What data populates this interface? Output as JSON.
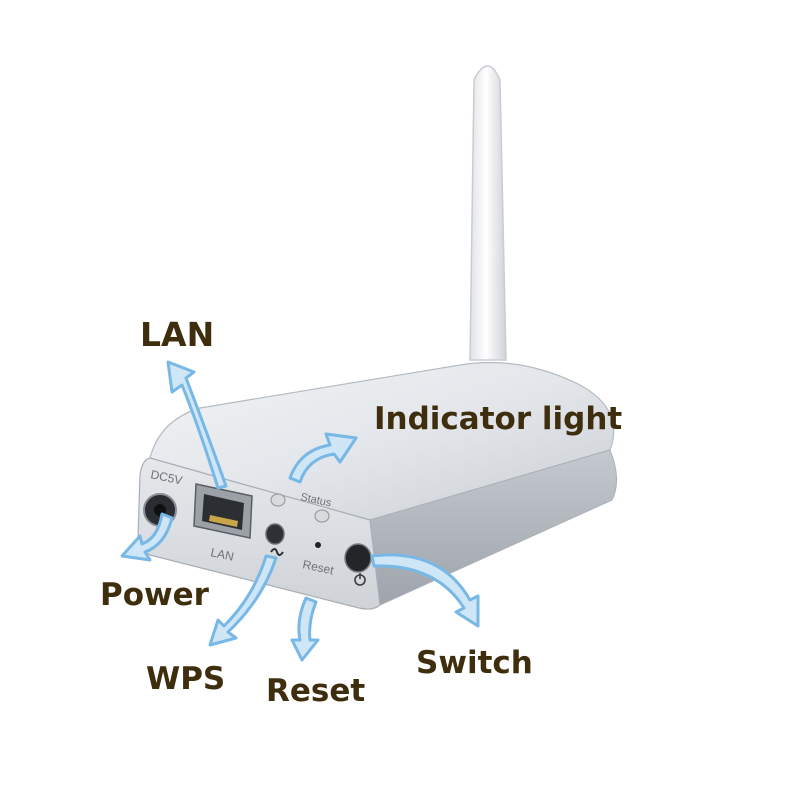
{
  "labels": {
    "lan": "LAN",
    "indicator_light": "Indicator light",
    "power": "Power",
    "switch": "Switch",
    "wps": "WPS",
    "reset": "Reset"
  },
  "device_markings": {
    "dc": "DC5V",
    "lan": "LAN",
    "status": "Status",
    "reset": "Reset"
  },
  "colors": {
    "arrow": "#78b8e6",
    "label_text": "#3f2e0e",
    "body": "#d9dde2"
  }
}
